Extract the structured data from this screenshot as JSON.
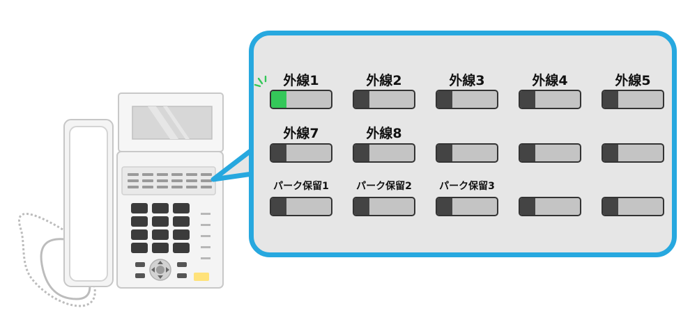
{
  "panel": {
    "colors": {
      "border": "#27a8df",
      "background": "#e6e6e6",
      "lamp_off": "#444444",
      "lamp_on": "#34c759",
      "button": "#c4c4c4"
    },
    "rows": [
      {
        "kind": "big",
        "keys": [
          {
            "label": "外線1",
            "lit": true
          },
          {
            "label": "外線2",
            "lit": false
          },
          {
            "label": "外線3",
            "lit": false
          },
          {
            "label": "外線4",
            "lit": false
          },
          {
            "label": "外線5",
            "lit": false
          }
        ]
      },
      {
        "kind": "big",
        "keys": [
          {
            "label": "外線7",
            "lit": false
          },
          {
            "label": "外線8",
            "lit": false
          },
          {
            "label": "",
            "lit": false
          },
          {
            "label": "",
            "lit": false
          },
          {
            "label": "",
            "lit": false
          }
        ]
      },
      {
        "kind": "small",
        "keys": [
          {
            "label": "パーク保留1",
            "lit": false
          },
          {
            "label": "パーク保留2",
            "lit": false
          },
          {
            "label": "パーク保留3",
            "lit": false
          },
          {
            "label": "",
            "lit": false
          },
          {
            "label": "",
            "lit": false
          }
        ]
      }
    ]
  },
  "icons": {
    "phone": "desk-phone-icon",
    "blink": "lamp-blink-icon"
  }
}
